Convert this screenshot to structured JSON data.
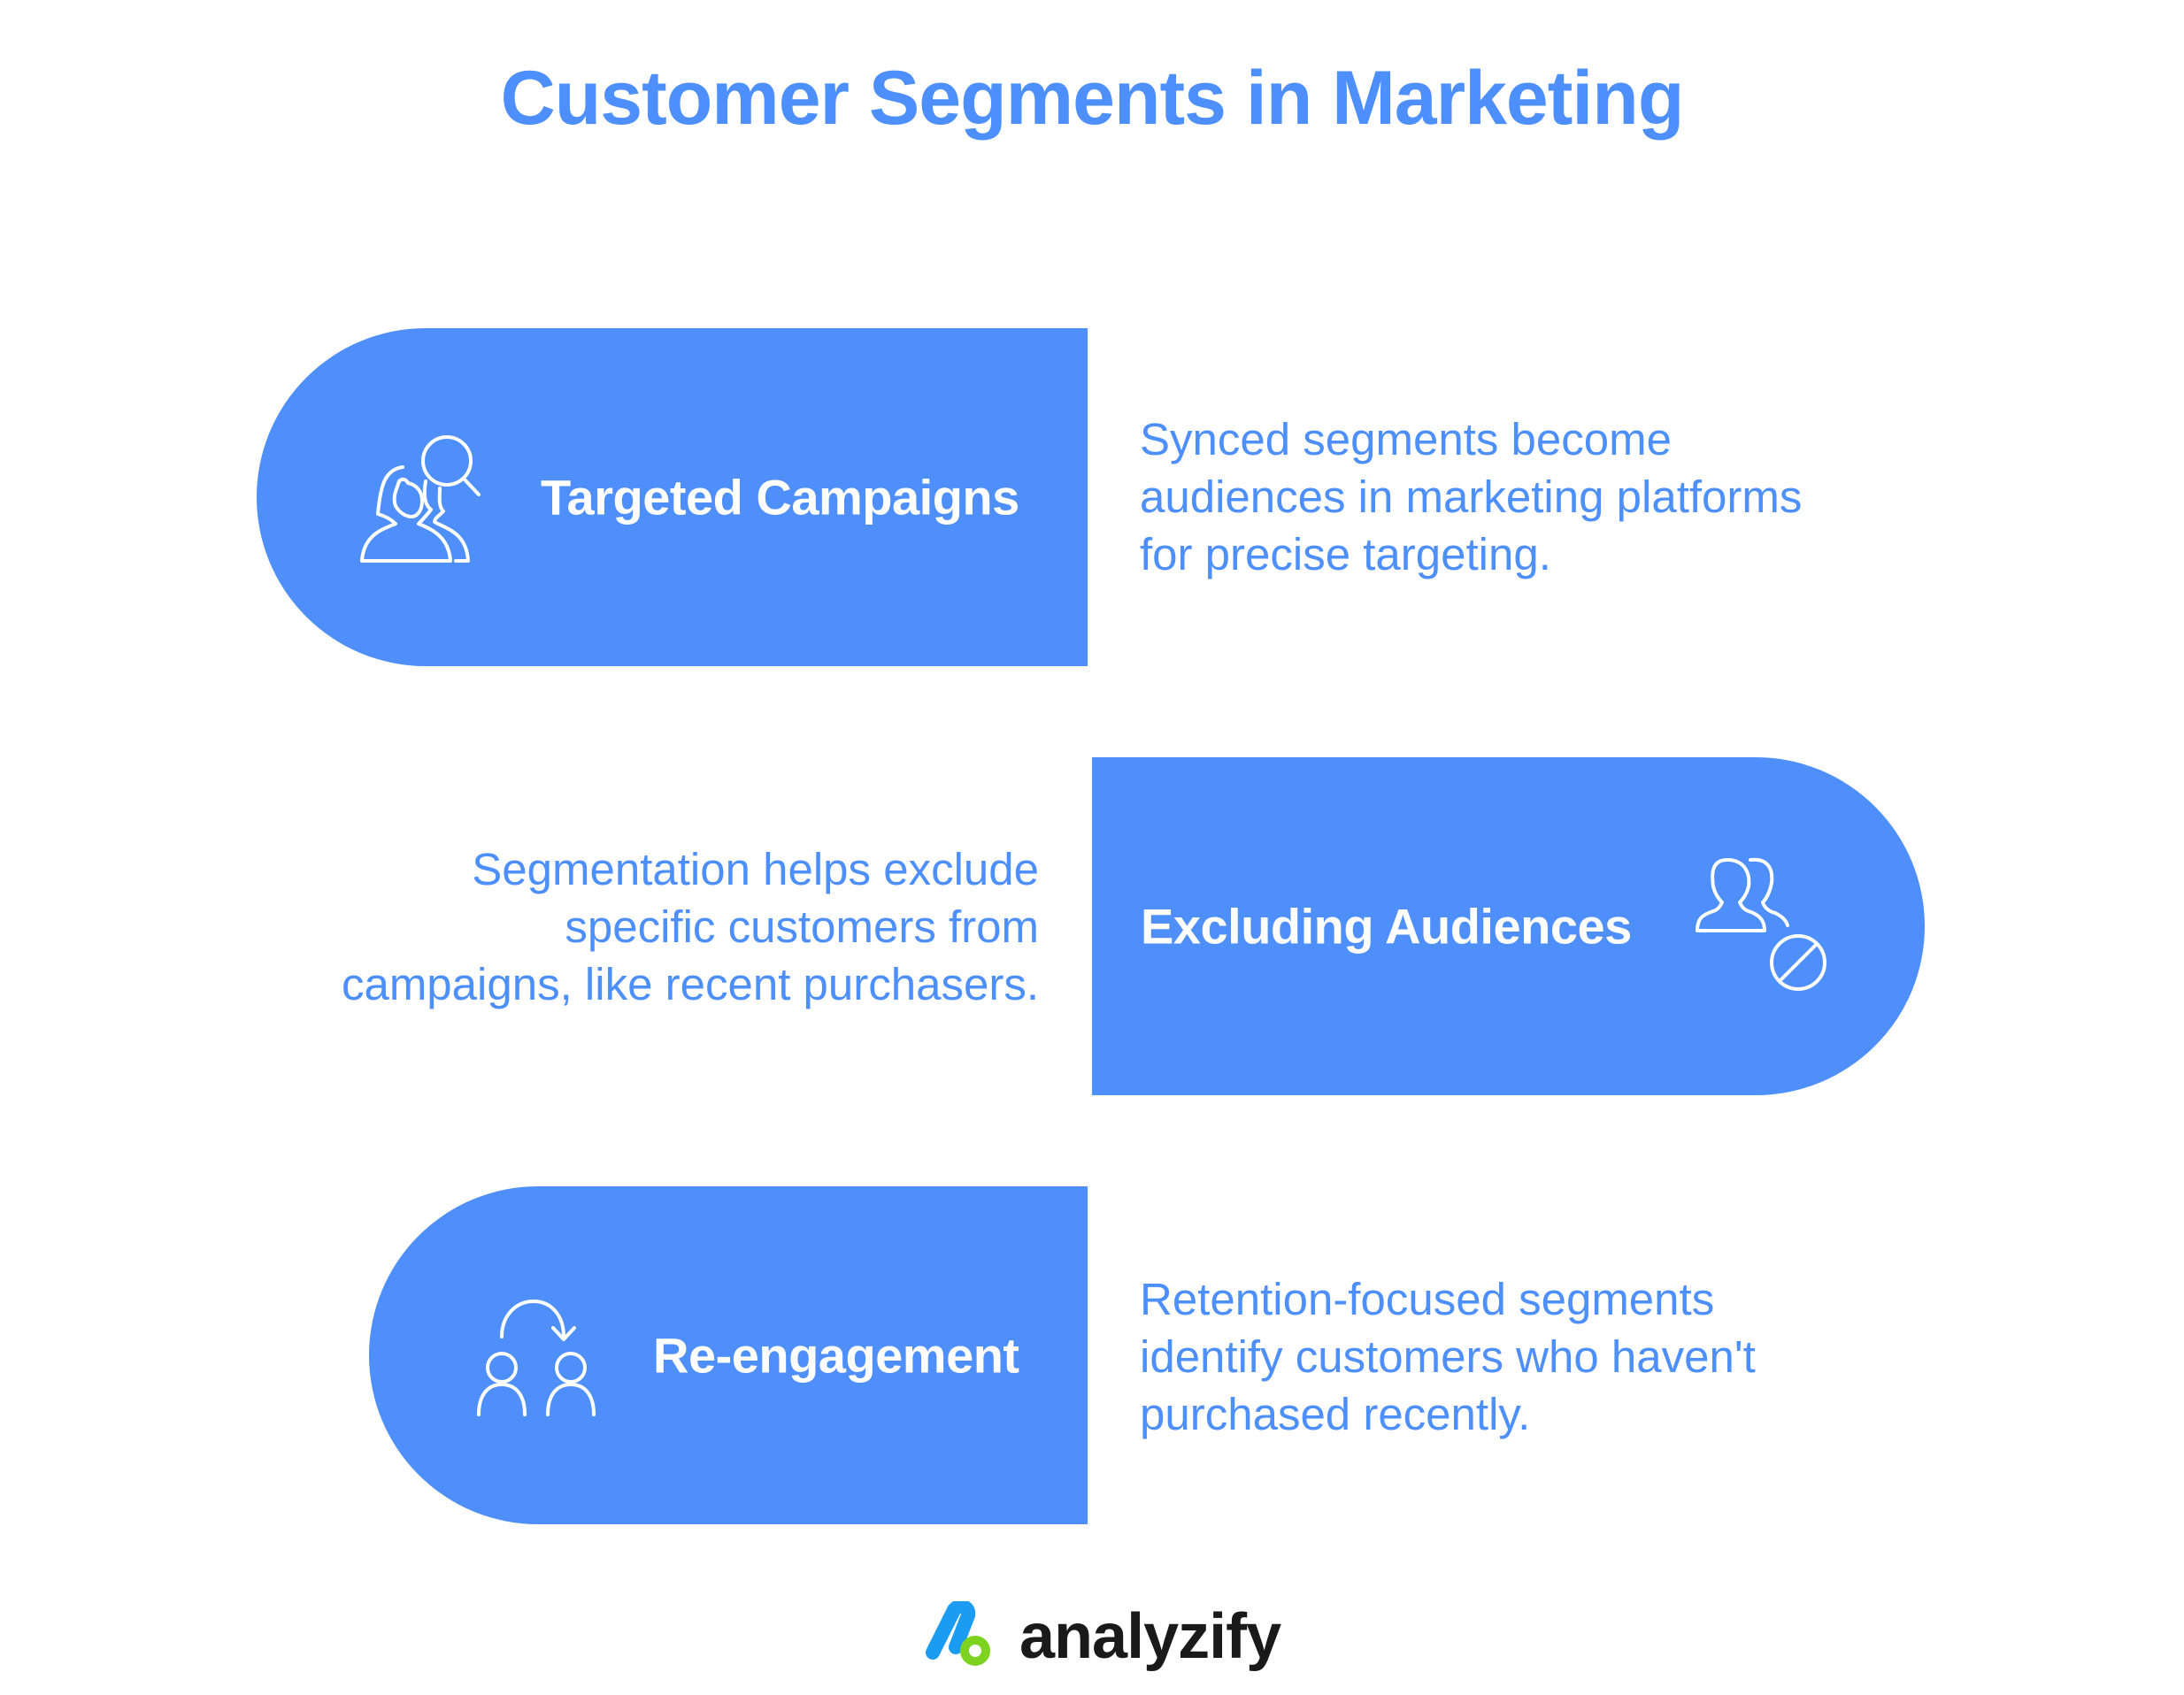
{
  "title": "Customer Segments in Marketing",
  "colors": {
    "accent": "#4f8ffc",
    "title": "#4d8ffc",
    "pill_text": "#ffffff",
    "logo_blue": "#1b9cf2",
    "logo_green": "#7ed321",
    "logo_text": "#1a1a1a"
  },
  "segments": [
    {
      "label": "Targeted Campaigns",
      "icon": "person-search-icon",
      "description": [
        "Synced segments become",
        "audiences in marketing platforms",
        "for precise targeting."
      ]
    },
    {
      "label": "Excluding Audiences",
      "icon": "users-blocked-icon",
      "description": [
        "Segmentation helps exclude",
        "specific customers from",
        "campaigns, like recent purchasers."
      ]
    },
    {
      "label": "Re-engagement",
      "icon": "users-cycle-icon",
      "description": [
        "Retention-focused segments",
        "identify customers who haven't",
        "purchased recently."
      ]
    }
  ],
  "brand": {
    "name": "analyzify"
  }
}
